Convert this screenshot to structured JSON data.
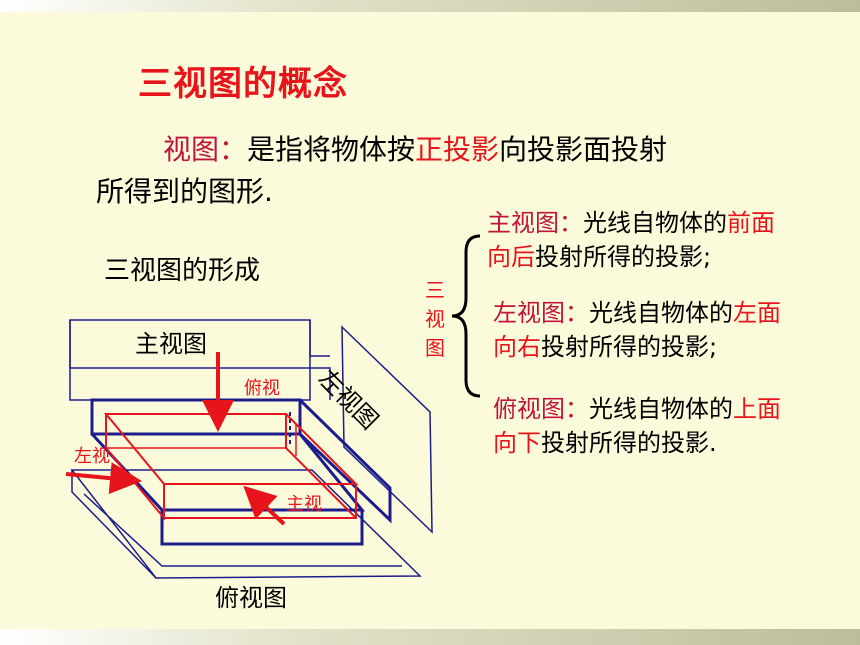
{
  "title": "三视图的概念",
  "definition": {
    "term": "视图：",
    "text_a": "是指将物体按",
    "highlight": "正投影",
    "text_b": "向投影面投射",
    "line2": "所得到的图形."
  },
  "formation_heading": "三视图的形成",
  "brace_label": [
    "三",
    "视",
    "图"
  ],
  "views": [
    {
      "name": "主视图：",
      "text_a": "光线自物体的",
      "highlight_a": "前面",
      "highlight_b": "向后",
      "text_b": "投射所得的投影;"
    },
    {
      "name": "左视图：",
      "text_a": "光线自物体的",
      "highlight_a": "左面",
      "highlight_b": "向右",
      "text_b": "投射所得的投影;"
    },
    {
      "name": "俯视图：",
      "text_a": "光线自物体的",
      "highlight_a": "上面",
      "highlight_b": "向下",
      "text_b": "投射所得的投影."
    }
  ],
  "diagram": {
    "front_plane_label": "主视图",
    "left_plane_label": "左视图",
    "top_plane_label": "俯视图",
    "top_arrow_label": "俯视",
    "left_arrow_label": "左视",
    "front_arrow_label": "主视"
  },
  "colors": {
    "background": "#fbfbdb",
    "accent_red": "#e8141b",
    "term_crimson": "#c0143c",
    "plane_blue": "#1c1c8c"
  }
}
